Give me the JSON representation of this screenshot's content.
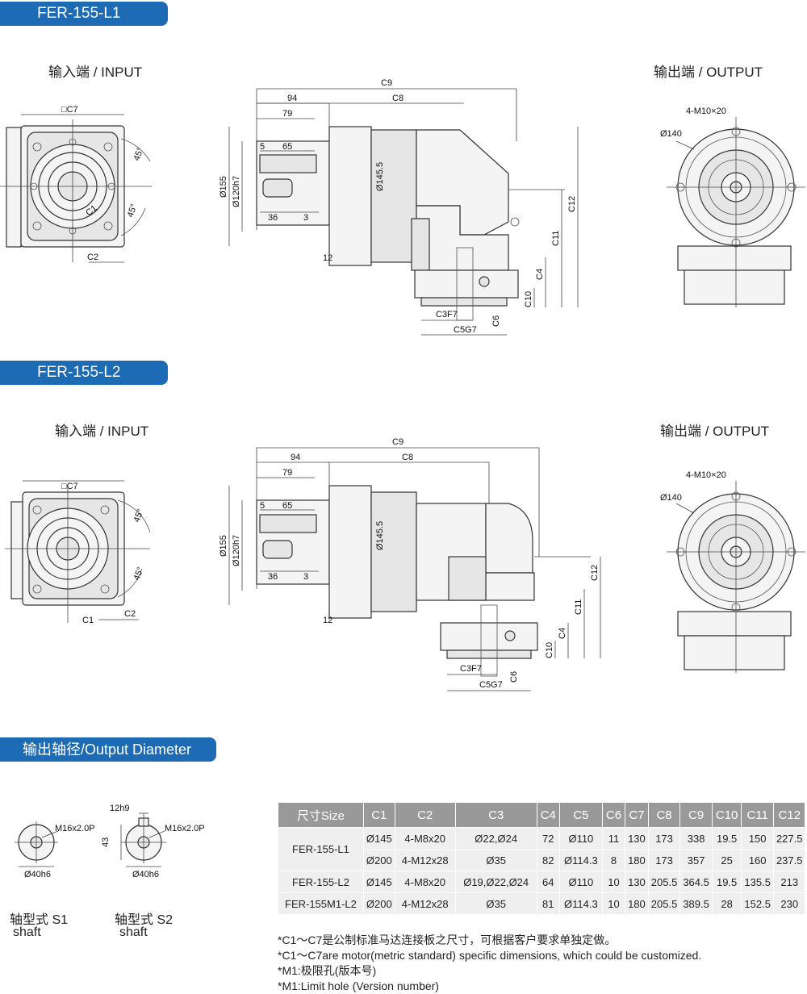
{
  "sections": {
    "l1_title": "FER-155-L1",
    "l2_title": "FER-155-L2",
    "output_title": "输出轴径/Output Diameter"
  },
  "views": {
    "input": "输入端 / INPUT",
    "output": "输出端 / OUTPUT"
  },
  "dims": {
    "c1": "C1",
    "c2": "C2",
    "c3f7": "C3F7",
    "c4": "C4",
    "c5g7": "C5G7",
    "c6": "C6",
    "c7": "□C7",
    "c8": "C8",
    "c9": "C9",
    "c10": "C10",
    "c11": "C11",
    "c12": "C12",
    "d94": "94",
    "d79": "79",
    "d5": "5",
    "d65": "65",
    "d36": "36",
    "d3": "3",
    "d12": "12",
    "dia155": "Ø155",
    "dia120": "Ø120h7",
    "dia145": "Ø145.5",
    "dia140": "Ø140",
    "holes": "4-M10×20",
    "deg45": "45°",
    "m16": "M16x2.0P",
    "dia40": "Ø40h6",
    "key12": "12h9",
    "h43": "43"
  },
  "shafts": {
    "s1_cn": "轴型式 S1",
    "s1_en": "shaft",
    "s2_cn": "轴型式 S2",
    "s2_en": "shaft"
  },
  "table": {
    "headers": [
      "尺寸Size",
      "C1",
      "C2",
      "C3",
      "C4",
      "C5",
      "C6",
      "C7",
      "C8",
      "C9",
      "C10",
      "C11",
      "C12"
    ],
    "rows": [
      {
        "model": "FER-155-L1",
        "cells": [
          "Ø145",
          "4-M8x20",
          "Ø22,Ø24",
          "72",
          "Ø110",
          "11",
          "130",
          "173",
          "338",
          "19.5",
          "150",
          "227.5"
        ]
      },
      {
        "model": "",
        "cells": [
          "Ø200",
          "4-M12x28",
          "Ø35",
          "82",
          "Ø114.3",
          "8",
          "180",
          "173",
          "357",
          "25",
          "160",
          "237.5"
        ]
      },
      {
        "model": "FER-155-L2",
        "cells": [
          "Ø145",
          "4-M8x20",
          "Ø19,Ø22,Ø24",
          "64",
          "Ø110",
          "10",
          "130",
          "205.5",
          "364.5",
          "19.5",
          "135.5",
          "213"
        ]
      },
      {
        "model": "FER-155M1-L2",
        "cells": [
          "Ø200",
          "4-M12x28",
          "Ø35",
          "81",
          "Ø114.3",
          "10",
          "180",
          "205.5",
          "389.5",
          "28",
          "152.5",
          "230"
        ]
      }
    ]
  },
  "notes": [
    "*C1～C7是公制标准马达连接板之尺寸，可根据客户要求单独定做。",
    "*C1～C7are motor(metric standard) specific dimensions, which could be customized.",
    "*M1:极限孔(版本号)",
    "*M1:Limit hole (Version number)"
  ],
  "colors": {
    "accent": "#1d6bb5",
    "table_header": "#999999",
    "table_cell": "#efefef"
  }
}
